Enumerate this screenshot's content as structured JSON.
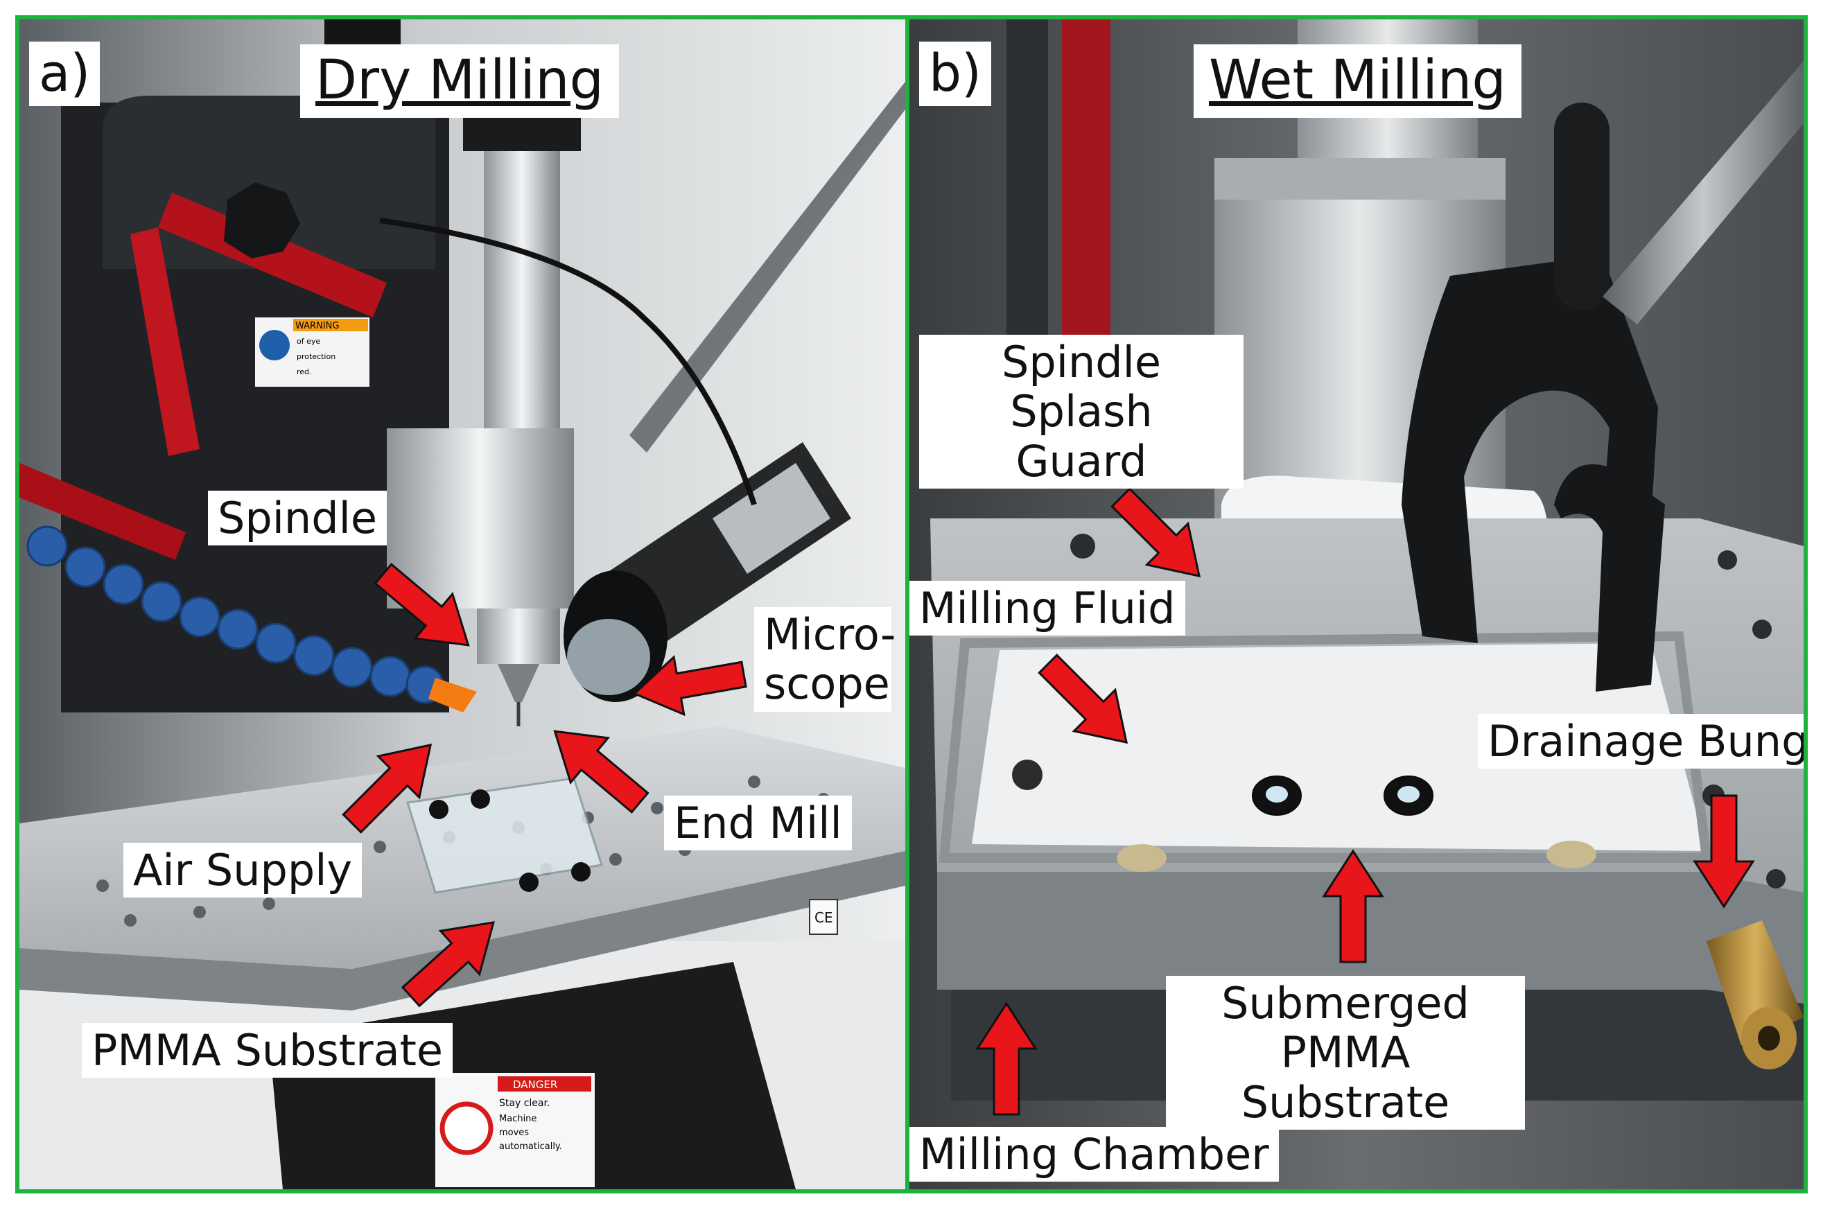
{
  "panel_a": {
    "letter": "a)",
    "title": "Dry Milling",
    "labels": {
      "spindle": "Spindle",
      "microscope_1": "Micro-",
      "microscope_2": "scope",
      "end_mill": "End Mill",
      "air_supply": "Air Supply",
      "pmma_substrate": "PMMA Substrate"
    },
    "photo_text": {
      "warning_header": "WARNING",
      "warning_line_1": "of eye",
      "warning_line_2": "protection",
      "warning_line_3": "red.",
      "danger_header": "DANGER",
      "danger_line_1": "Stay clear.",
      "danger_line_2": "Machine",
      "danger_line_3": "moves",
      "danger_line_4": "automatically.",
      "ce_mark": "CE"
    }
  },
  "panel_b": {
    "letter": "b)",
    "title": "Wet Milling",
    "labels": {
      "splash_guard_1": "Spindle Splash",
      "splash_guard_2": "Guard",
      "milling_fluid": "Milling Fluid",
      "drainage_bung": "Drainage Bung",
      "submerged_1": "Submerged",
      "submerged_2": "PMMA Substrate",
      "milling_chamber": "Milling Chamber"
    }
  },
  "colors": {
    "frame": "#1db33c",
    "arrow": "#e8151b",
    "label_bg": "#ffffff"
  }
}
